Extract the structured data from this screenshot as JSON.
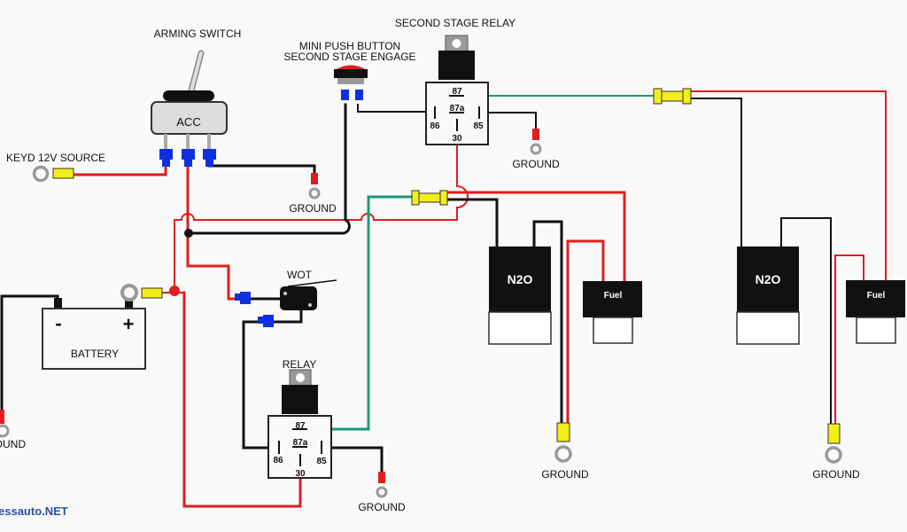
{
  "labels": {
    "arming_switch": "ARMING SWITCH",
    "acc": "ACC",
    "keyd_source": "KEYD 12V SOURCE",
    "mini_push_line1": "MINI PUSH BUTTON",
    "mini_push_line2": "SECOND STAGE ENGAGE",
    "second_stage_relay": "SECOND STAGE RELAY",
    "relay": "RELAY",
    "wot": "WOT",
    "battery": "BATTERY",
    "battery_minus": "-",
    "battery_plus": "+",
    "ground": "GROUND",
    "n2o": "N2O",
    "fuel": "Fuel",
    "watermark": "essauto.NET"
  },
  "relay_pins": {
    "p87": "87",
    "p87a": "87a",
    "p86": "86",
    "p85": "85",
    "p30": "30"
  },
  "colors": {
    "power": "#e01e1e",
    "ground": "#111111",
    "trigger": "#1a9a78",
    "connector": "#1030e0",
    "butt_splice": "#f2ee1a"
  }
}
